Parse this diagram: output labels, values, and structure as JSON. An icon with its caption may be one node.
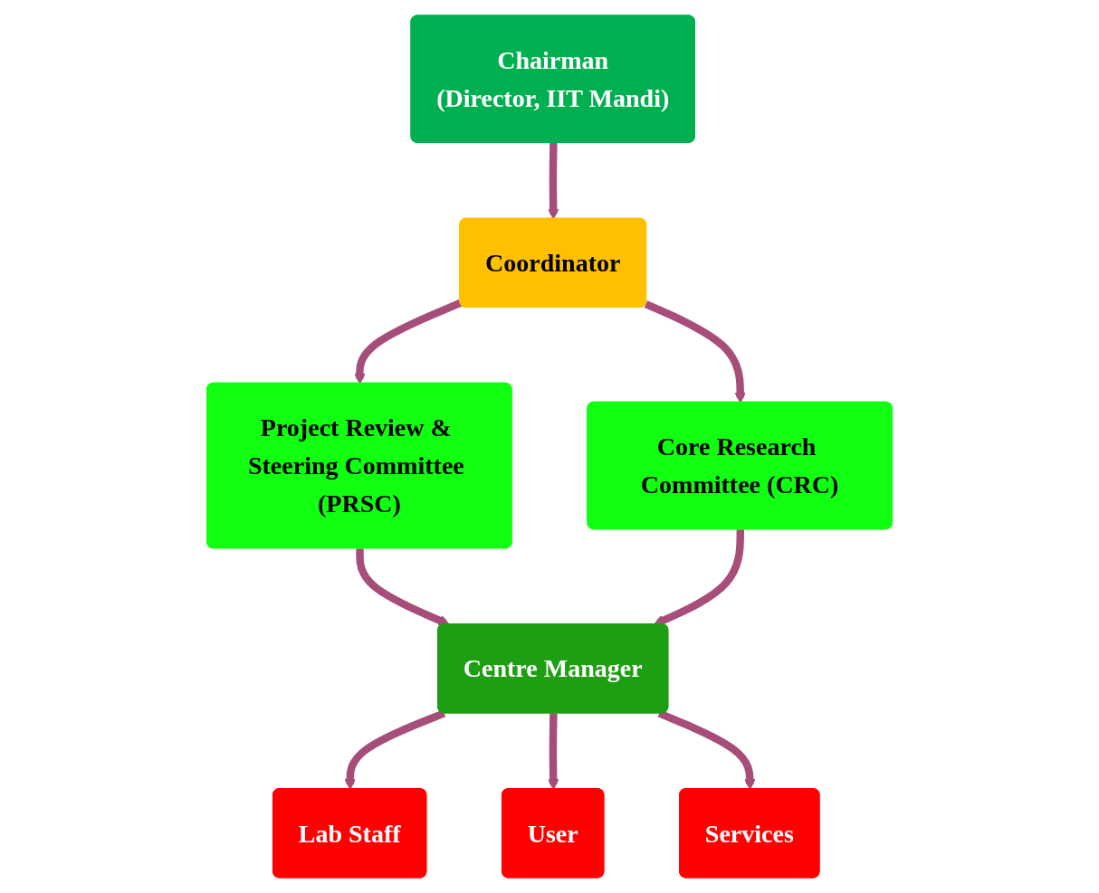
{
  "diagram": {
    "nodes": [
      {
        "text": [
          "Chairman",
          "(Director, IIT Mandi)"
        ]
      },
      {
        "text": [
          "Coordinator"
        ]
      },
      {
        "text": [
          "Project Review & Steering Committee (PRSC)"
        ]
      },
      {
        "text": [
          "Core Research Committee (CRC)"
        ]
      },
      {
        "text": [
          "Centre Manager"
        ]
      },
      {
        "text": [
          "Lab Staff"
        ]
      },
      {
        "text": [
          "User"
        ]
      },
      {
        "text": [
          "Services"
        ]
      }
    ],
    "edges": [
      {
        "from": 0,
        "to": 1,
        "arrow": "to"
      },
      {
        "from": 1,
        "to": 2,
        "arrow": "to"
      },
      {
        "from": 1,
        "to": 3,
        "arrow": "to"
      },
      {
        "from": 2,
        "to": 4,
        "arrow": "to"
      },
      {
        "from": 3,
        "to": 4,
        "arrow": "to"
      },
      {
        "from": 4,
        "to": 5,
        "arrow": "to"
      },
      {
        "from": 4,
        "to": 6,
        "arrow": "to"
      },
      {
        "from": 4,
        "to": 7,
        "arrow": "to"
      }
    ]
  }
}
